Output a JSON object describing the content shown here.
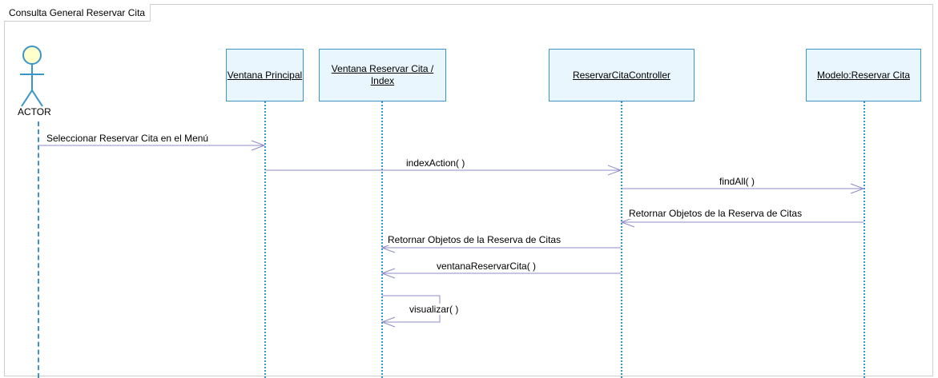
{
  "frame": {
    "title": "Consulta General Reservar Cita"
  },
  "actor": {
    "label": "ACTOR",
    "icon": "stick-figure-actor-icon"
  },
  "lifelines": [
    {
      "id": "ventana-principal",
      "label": "Ventana Principal"
    },
    {
      "id": "ventana-reservar",
      "label": "Ventana Reservar Cita / Index"
    },
    {
      "id": "controller",
      "label": "ReservarCitaController"
    },
    {
      "id": "modelo",
      "label": "Modelo:Reservar Cita"
    }
  ],
  "messages": [
    {
      "label": "Seleccionar Reservar Cita en el Menú",
      "from": "actor",
      "to": "ventana-principal"
    },
    {
      "label": "indexAction( )",
      "from": "ventana-principal",
      "to": "controller"
    },
    {
      "label": "findAll( )",
      "from": "controller",
      "to": "modelo"
    },
    {
      "label": "Retornar Objetos de la Reserva de Citas",
      "from": "modelo",
      "to": "controller"
    },
    {
      "label": "Retornar Objetos de la Reserva de Citas",
      "from": "controller",
      "to": "ventana-reservar"
    },
    {
      "label": "ventanaReservarCita( )",
      "from": "controller",
      "to": "ventana-reservar"
    },
    {
      "label": "visualizar( )",
      "from": "ventana-reservar",
      "to": "ventana-reservar"
    }
  ],
  "colors": {
    "lifeline_border": "#3a95c9",
    "lifeline_fill": "#eaf6fd",
    "message_line": "#8c8cc8",
    "actor_fill": "#ffffcc"
  }
}
